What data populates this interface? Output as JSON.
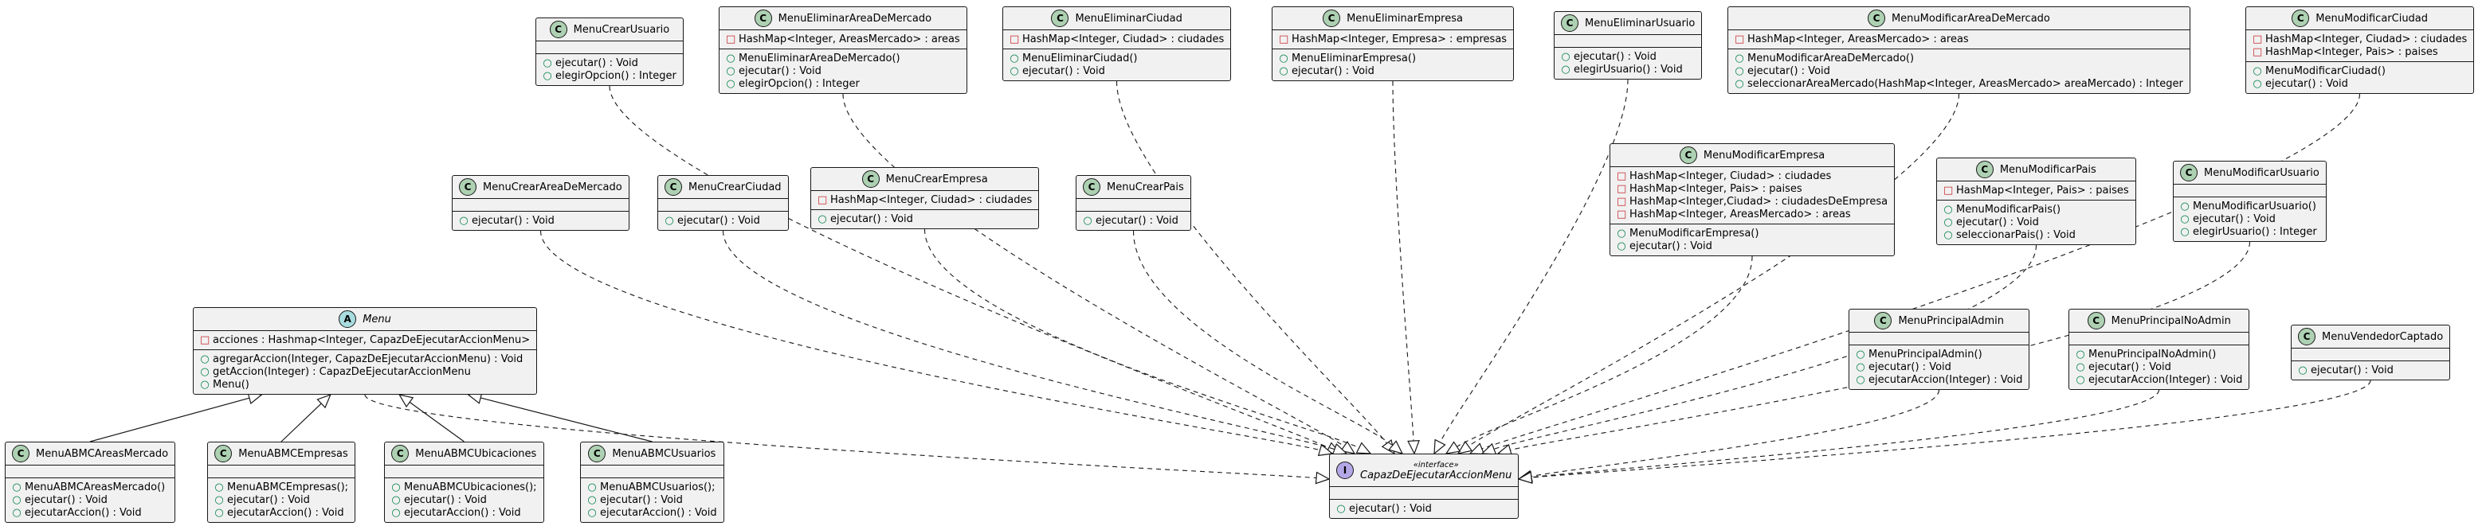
{
  "classes": [
    {
      "id": "MenuCrearUsuario",
      "name": "MenuCrearUsuario",
      "kind": "class",
      "fields": [],
      "methods": [
        "ejecutar() : Void",
        "elegirOpcion() : Integer"
      ]
    },
    {
      "id": "MenuEliminarAreaDeMercado",
      "name": "MenuEliminarAreaDeMercado",
      "kind": "class",
      "fields": [
        "HashMap<Integer, AreasMercado> : areas"
      ],
      "methods": [
        "MenuEliminarAreaDeMercado()",
        "ejecutar() : Void",
        "elegirOpcion() : Integer"
      ]
    },
    {
      "id": "MenuEliminarCiudad",
      "name": "MenuEliminarCiudad",
      "kind": "class",
      "fields": [
        "HashMap<Integer, Ciudad> : ciudades"
      ],
      "methods": [
        "MenuEliminarCiudad()",
        "ejecutar() : Void"
      ]
    },
    {
      "id": "MenuEliminarEmpresa",
      "name": "MenuEliminarEmpresa",
      "kind": "class",
      "fields": [
        "HashMap<Integer, Empresa> : empresas"
      ],
      "methods": [
        "MenuEliminarEmpresa()",
        "ejecutar() : Void"
      ]
    },
    {
      "id": "MenuEliminarUsuario",
      "name": "MenuEliminarUsuario",
      "kind": "class",
      "fields": [],
      "methods": [
        "ejecutar() : Void",
        "elegirUsuario() : Void"
      ]
    },
    {
      "id": "MenuModificarAreaDeMercado",
      "name": "MenuModificarAreaDeMercado",
      "kind": "class",
      "fields": [
        "HashMap<Integer, AreasMercado> : areas"
      ],
      "methods": [
        "MenuModificarAreaDeMercado()",
        "ejecutar() : Void",
        "seleccionarAreaMercado(HashMap<Integer, AreasMercado> areaMercado) : Integer"
      ]
    },
    {
      "id": "MenuModificarCiudad",
      "name": "MenuModificarCiudad",
      "kind": "class",
      "fields": [
        "HashMap<Integer, Ciudad> : ciudades",
        "HashMap<Integer, Pais> : paises"
      ],
      "methods": [
        "MenuModificarCiudad()",
        "ejecutar() : Void"
      ]
    },
    {
      "id": "MenuCrearAreaDeMercado",
      "name": "MenuCrearAreaDeMercado",
      "kind": "class",
      "fields": [],
      "methods": [
        "ejecutar() : Void"
      ]
    },
    {
      "id": "MenuCrearCiudad",
      "name": "MenuCrearCiudad",
      "kind": "class",
      "fields": [],
      "methods": [
        "ejecutar() : Void"
      ]
    },
    {
      "id": "MenuCrearEmpresa",
      "name": "MenuCrearEmpresa",
      "kind": "class",
      "fields": [
        "HashMap<Integer, Ciudad> : ciudades"
      ],
      "methods": [
        "ejecutar() : Void"
      ]
    },
    {
      "id": "MenuCrearPais",
      "name": "MenuCrearPais",
      "kind": "class",
      "fields": [],
      "methods": [
        "ejecutar() : Void"
      ]
    },
    {
      "id": "MenuModificarEmpresa",
      "name": "MenuModificarEmpresa",
      "kind": "class",
      "fields": [
        "HashMap<Integer, Ciudad> : ciudades",
        "HashMap<Integer, Pais> : paises",
        "HashMap<Integer,Ciudad> : ciudadesDeEmpresa",
        "HashMap<Integer, AreasMercado> : areas"
      ],
      "methods": [
        "MenuModificarEmpresa()",
        "ejecutar() : Void"
      ]
    },
    {
      "id": "MenuModificarPais",
      "name": "MenuModificarPais",
      "kind": "class",
      "fields": [
        "HashMap<Integer, Pais> : paises"
      ],
      "methods": [
        "MenuModificarPais()",
        "ejecutar() : Void",
        "seleccionarPais() : Void"
      ]
    },
    {
      "id": "MenuModificarUsuario",
      "name": "MenuModificarUsuario",
      "kind": "class",
      "fields": [],
      "methods": [
        "MenuModificarUsuario()",
        "ejecutar() : Void",
        "elegirUsuario() : Integer"
      ]
    },
    {
      "id": "Menu",
      "name": "Menu",
      "kind": "abstract",
      "fields": [
        "acciones : Hashmap<Integer, CapazDeEjecutarAccionMenu>"
      ],
      "methods": [
        "agregarAccion(Integer,  CapazDeEjecutarAccionMenu) : Void",
        "getAccion(Integer) : CapazDeEjecutarAccionMenu",
        "Menu()"
      ]
    },
    {
      "id": "MenuPrincipalAdmin",
      "name": "MenuPrincipalAdmin",
      "kind": "class",
      "fields": [],
      "methods": [
        "MenuPrincipalAdmin()",
        "ejecutar() : Void",
        "ejecutarAccion(Integer) : Void"
      ]
    },
    {
      "id": "MenuPrincipalNoAdmin",
      "name": "MenuPrincipalNoAdmin",
      "kind": "class",
      "fields": [],
      "methods": [
        "MenuPrincipalNoAdmin()",
        "ejecutar() : Void",
        "ejecutarAccion(Integer) : Void"
      ]
    },
    {
      "id": "MenuVendedorCaptado",
      "name": "MenuVendedorCaptado",
      "kind": "class",
      "fields": [],
      "methods": [
        "ejecutar() : Void"
      ]
    },
    {
      "id": "MenuABMCAreasMercado",
      "name": "MenuABMCAreasMercado",
      "kind": "class",
      "fields": [],
      "methods": [
        "MenuABMCAreasMercado()",
        "ejecutar() : Void",
        "ejecutarAccion() : Void"
      ]
    },
    {
      "id": "MenuABMCEmpresas",
      "name": "MenuABMCEmpresas",
      "kind": "class",
      "fields": [],
      "methods": [
        "MenuABMCEmpresas();",
        "ejecutar() : Void",
        "ejecutarAccion() : Void"
      ]
    },
    {
      "id": "MenuABMCUbicaciones",
      "name": "MenuABMCUbicaciones",
      "kind": "class",
      "fields": [],
      "methods": [
        "MenuABMCUbicaciones();",
        "ejecutar() : Void",
        "ejecutarAccion() : Void"
      ]
    },
    {
      "id": "MenuABMCUsuarios",
      "name": "MenuABMCUsuarios",
      "kind": "class",
      "fields": [],
      "methods": [
        "MenuABMCUsuarios();",
        "ejecutar() : Void",
        "ejecutarAccion() : Void"
      ]
    },
    {
      "id": "CapazDeEjecutarAccionMenu",
      "name": "CapazDeEjecutarAccionMenu",
      "kind": "interface",
      "stereotype": "«interface»",
      "fields": [],
      "methods": [
        "ejecutar() : Void"
      ]
    }
  ],
  "edges": [
    {
      "from": "MenuCrearUsuario",
      "to": "CapazDeEjecutarAccionMenu",
      "type": "realization"
    },
    {
      "from": "MenuEliminarAreaDeMercado",
      "to": "CapazDeEjecutarAccionMenu",
      "type": "realization"
    },
    {
      "from": "MenuEliminarCiudad",
      "to": "CapazDeEjecutarAccionMenu",
      "type": "realization"
    },
    {
      "from": "MenuEliminarEmpresa",
      "to": "CapazDeEjecutarAccionMenu",
      "type": "realization"
    },
    {
      "from": "MenuEliminarUsuario",
      "to": "CapazDeEjecutarAccionMenu",
      "type": "realization"
    },
    {
      "from": "MenuModificarAreaDeMercado",
      "to": "CapazDeEjecutarAccionMenu",
      "type": "realization"
    },
    {
      "from": "MenuModificarCiudad",
      "to": "CapazDeEjecutarAccionMenu",
      "type": "realization"
    },
    {
      "from": "MenuCrearAreaDeMercado",
      "to": "CapazDeEjecutarAccionMenu",
      "type": "realization"
    },
    {
      "from": "MenuCrearCiudad",
      "to": "CapazDeEjecutarAccionMenu",
      "type": "realization"
    },
    {
      "from": "MenuCrearEmpresa",
      "to": "CapazDeEjecutarAccionMenu",
      "type": "realization"
    },
    {
      "from": "MenuCrearPais",
      "to": "CapazDeEjecutarAccionMenu",
      "type": "realization"
    },
    {
      "from": "MenuModificarEmpresa",
      "to": "CapazDeEjecutarAccionMenu",
      "type": "realization"
    },
    {
      "from": "MenuModificarPais",
      "to": "CapazDeEjecutarAccionMenu",
      "type": "realization"
    },
    {
      "from": "MenuModificarUsuario",
      "to": "CapazDeEjecutarAccionMenu",
      "type": "realization"
    },
    {
      "from": "Menu",
      "to": "CapazDeEjecutarAccionMenu",
      "type": "realization"
    },
    {
      "from": "MenuPrincipalAdmin",
      "to": "CapazDeEjecutarAccionMenu",
      "type": "realization"
    },
    {
      "from": "MenuPrincipalNoAdmin",
      "to": "CapazDeEjecutarAccionMenu",
      "type": "realization"
    },
    {
      "from": "MenuVendedorCaptado",
      "to": "CapazDeEjecutarAccionMenu",
      "type": "realization"
    },
    {
      "from": "MenuABMCAreasMercado",
      "to": "Menu",
      "type": "generalization"
    },
    {
      "from": "MenuABMCEmpresas",
      "to": "Menu",
      "type": "generalization"
    },
    {
      "from": "MenuABMCUbicaciones",
      "to": "Menu",
      "type": "generalization"
    },
    {
      "from": "MenuABMCUsuarios",
      "to": "Menu",
      "type": "generalization"
    }
  ]
}
